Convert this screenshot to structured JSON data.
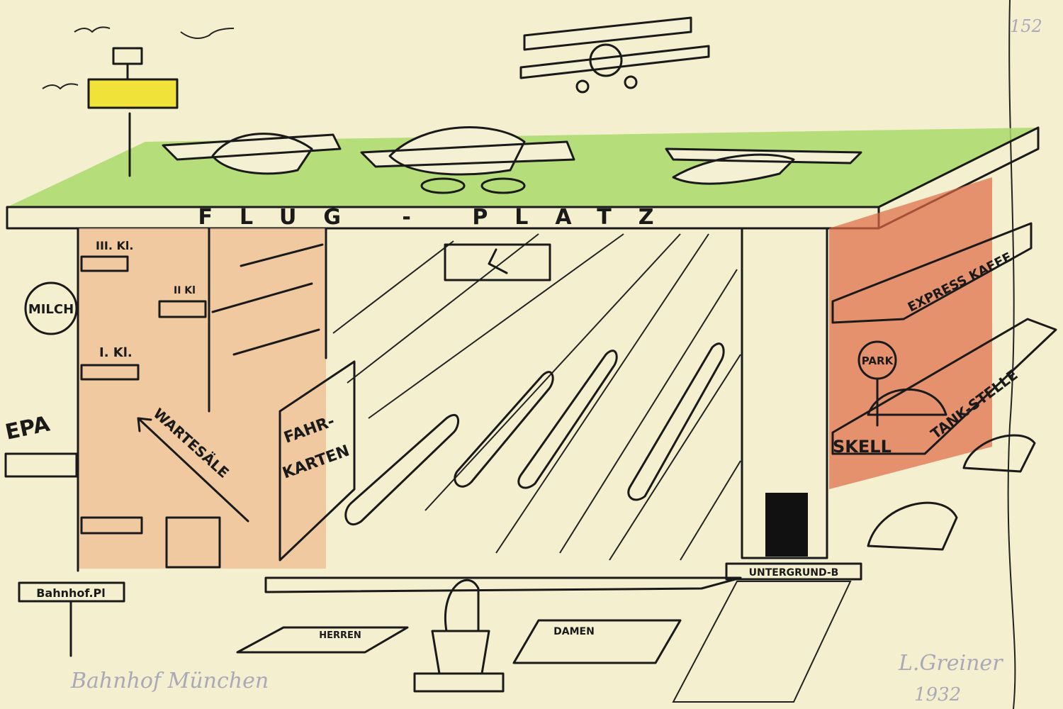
{
  "artwork": {
    "page_number": "152",
    "roof_sign": "FLUG - PLATZ",
    "milk_sign": "MILCH",
    "epa_sign": "EPA",
    "class_3": "III. Kl.",
    "class_2": "II Kl",
    "class_1": "I. Kl.",
    "waiting_rooms": "WARTESÄLE",
    "tickets_line1": "FAHR-",
    "tickets_line2": "KARTEN",
    "cafe_sign": "EXPRESS KAFFE",
    "park_sign": "PARK",
    "fuel_brand": "SKELL",
    "fuel_station": "TANK-STELLE",
    "subway_sign": "UNTERGRUND-B",
    "square_sign": "Bahnhof.Pl",
    "men_sign": "HERREN",
    "women_sign": "DAMEN",
    "caption": "Bahnhof München",
    "signature": "L.Greiner",
    "year": "1932",
    "colors": {
      "paper": "#f3efcf",
      "grass": "#9fd25a",
      "wall": "#efbf95",
      "red": "#e06a45",
      "yellow": "#f1e23a"
    }
  }
}
